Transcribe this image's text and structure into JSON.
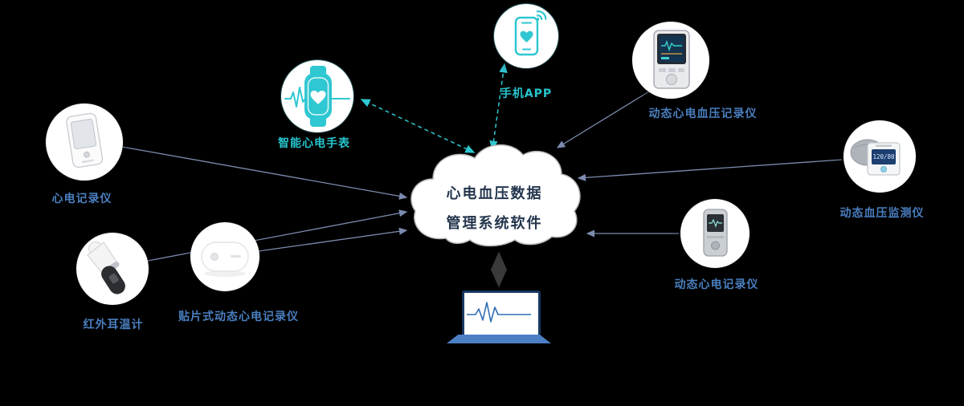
{
  "cloud": {
    "title_line1": "心电血压数据",
    "title_line2": "管理系统软件"
  },
  "labels": {
    "watch": "智能心电手表",
    "phone": "手机APP",
    "monitor": "动态心电血压记录仪",
    "bp_monitor": "动态血压监测仪",
    "ecg_recorder": "心电记录仪",
    "ear_thermometer": "红外耳温计",
    "patch_recorder": "贴片式动态心电记录仪",
    "holter": "动态心电记录仪"
  },
  "icons": {
    "smartwatch": "smartwatch-heart-ecg-icon",
    "smartphone": "smartphone-heart-wifi-icon",
    "cloud": "cloud-shape",
    "laptop": "laptop-ecg-waveform-icon",
    "sync_arrow": "double-headed-sync-arrow"
  },
  "colors": {
    "teal_accent": "#2fc7d1",
    "label_blue": "#4a7fc0",
    "connector": "#7c8bb0",
    "cloud_text": "#24364e",
    "laptop_base_blue": "#4d7fc4",
    "background": "#000000"
  }
}
